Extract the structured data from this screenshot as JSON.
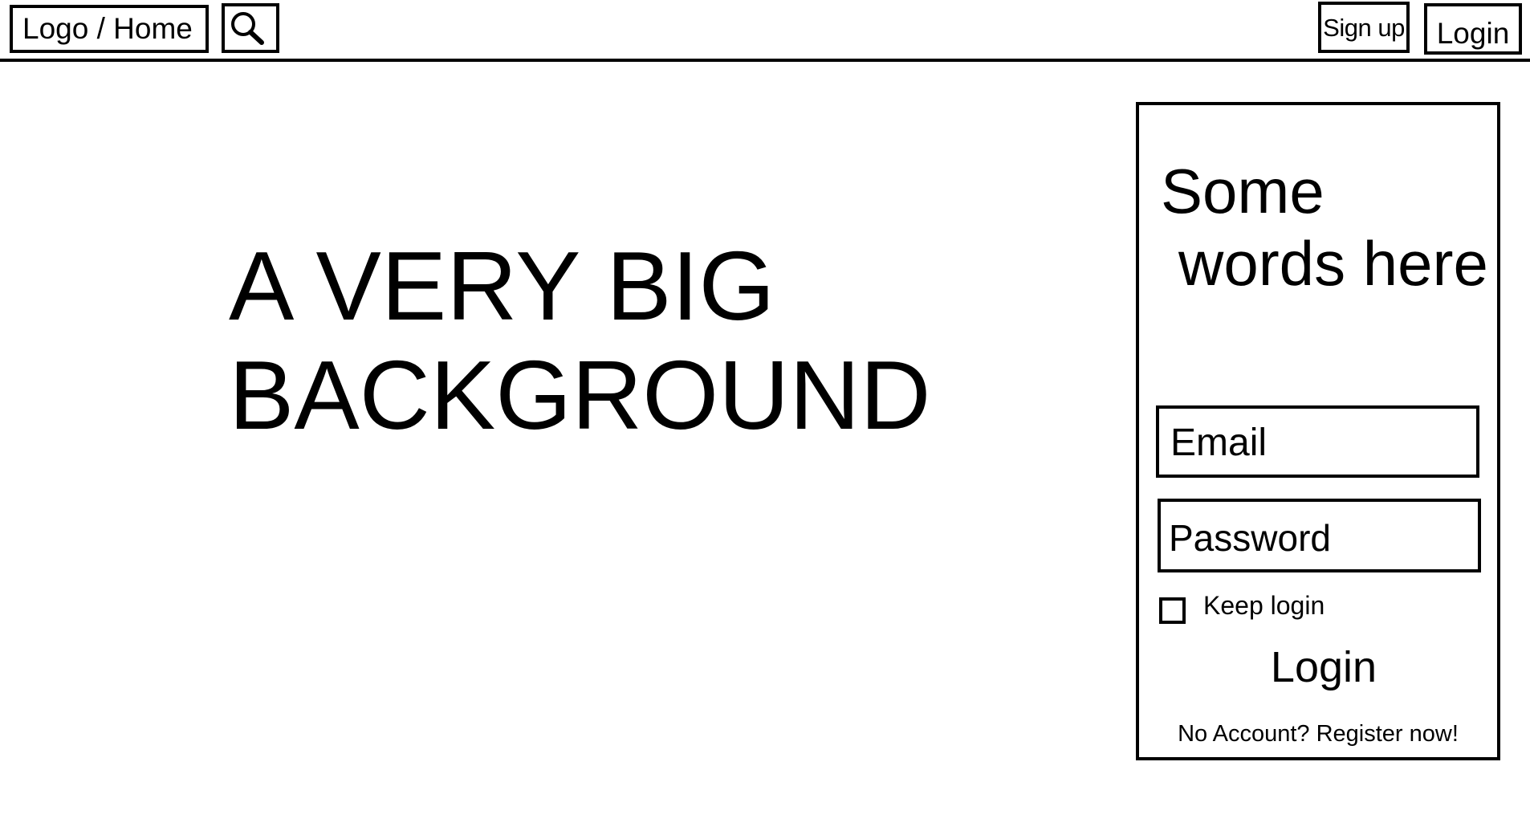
{
  "header": {
    "logo_label": "Logo / Home",
    "search_icon": "search-icon",
    "signup_label": "Sign up",
    "login_label": "Login"
  },
  "hero": {
    "line1": "A VERY BIG",
    "line2": "BACKGROUND"
  },
  "login_panel": {
    "heading_line1": "Some",
    "heading_line2": "words here",
    "email_placeholder": "Email",
    "password_placeholder": "Password",
    "keep_login_label": "Keep login",
    "login_button_label": "Login",
    "register_link": "No Account? Register now!"
  },
  "colors": {
    "ink": "#000000",
    "background": "#ffffff"
  }
}
